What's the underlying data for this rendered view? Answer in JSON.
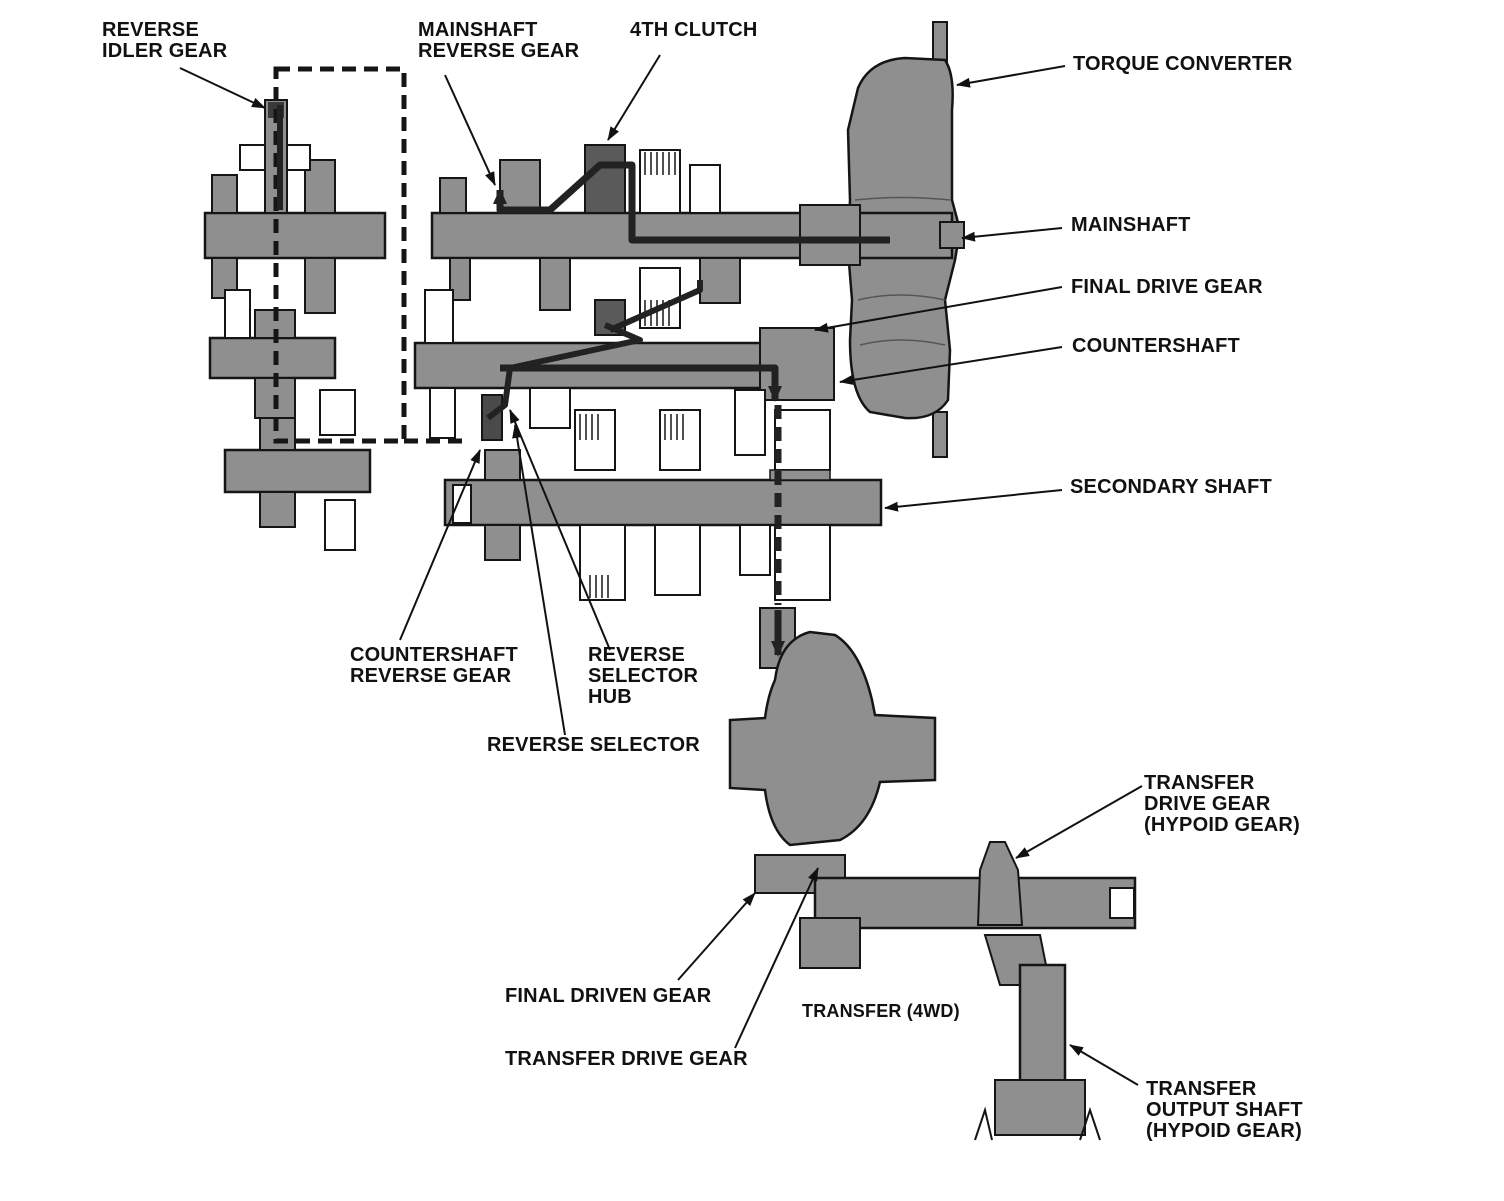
{
  "colors": {
    "metal": "#8f8f8f",
    "metal_dark": "#6a6a6a",
    "outline": "#151515",
    "flow_path": "#2a2a2a",
    "background": "#ffffff"
  },
  "labels": {
    "reverse_idler_gear": [
      "REVERSE",
      "IDLER GEAR"
    ],
    "mainshaft_reverse_gear": [
      "MAINSHAFT",
      "REVERSE GEAR"
    ],
    "fourth_clutch": [
      "4TH CLUTCH"
    ],
    "torque_converter": [
      "TORQUE CONVERTER"
    ],
    "mainshaft": [
      "MAINSHAFT"
    ],
    "final_drive_gear": [
      "FINAL DRIVE GEAR"
    ],
    "countershaft": [
      "COUNTERSHAFT"
    ],
    "secondary_shaft": [
      "SECONDARY SHAFT"
    ],
    "countershaft_reverse_gear": [
      "COUNTERSHAFT",
      "REVERSE GEAR"
    ],
    "reverse_selector_hub": [
      "REVERSE",
      "SELECTOR",
      "HUB"
    ],
    "reverse_selector": [
      "REVERSE SELECTOR"
    ],
    "transfer_drive_gear_hypoid": [
      "TRANSFER",
      "DRIVE GEAR",
      "(HYPOID GEAR)"
    ],
    "final_driven_gear": [
      "FINAL DRIVEN GEAR"
    ],
    "transfer_4wd": [
      "TRANSFER (4WD)"
    ],
    "transfer_drive_gear": [
      "TRANSFER DRIVE GEAR"
    ],
    "transfer_output_shaft": [
      "TRANSFER",
      "OUTPUT SHAFT",
      "(HYPOID GEAR)"
    ]
  }
}
